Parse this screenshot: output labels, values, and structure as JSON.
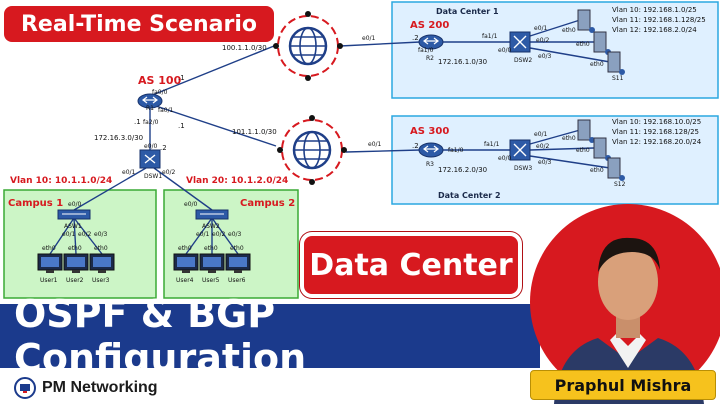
{
  "banners": {
    "scenario": "Real-Time Scenario",
    "topic": "Data Center",
    "title": "OSPF & BGP Configuration"
  },
  "brand": {
    "name": "PM Networking",
    "icon": "pm-logo-icon"
  },
  "presenter": {
    "name": "Praphul Mishra"
  },
  "colors": {
    "red": "#d7191f",
    "navy": "#1b3a8c",
    "dc_fill": "#dff0ff",
    "dc_border": "#2aa7e0",
    "campus_fill": "#ccf5c6",
    "campus_border": "#3aaa35",
    "as_label": "#d7191f",
    "vlan_label": "#d7191f"
  },
  "diagram": {
    "as100": "AS 100",
    "r1": "R1",
    "r1_ports": {
      "top": "fa0/0",
      "mid": "fa0/1",
      "down": "fa2/0"
    },
    "r1_hosts": {
      "top": ".1",
      "mid": ".1",
      "down": ".1"
    },
    "link_internet1": "100.1.1.0/30",
    "link_internet2": "101.1.1.0/30",
    "link_dsw1": "172.16.3.0/30",
    "dsw1": "DSW1",
    "dsw1_ports": {
      "up": "e0/0",
      "left": "e0/1",
      "right": "e0/2"
    },
    "dsw1_host": ".2",
    "vlan10": "Vlan 10: 10.1.1.0/24",
    "vlan20": "Vlan 20: 10.1.2.0/24",
    "campus1": {
      "title": "Campus 1",
      "switch": "ASW1",
      "uplink": "e0/0",
      "ports": [
        "e0/1",
        "e0/2",
        "e0/3"
      ],
      "nic": "eth0",
      "users": [
        "User1",
        "User2",
        "User3"
      ]
    },
    "campus2": {
      "title": "Campus 2",
      "switch": "ASW2",
      "uplink": "e0/0",
      "ports": [
        "e0/1",
        "e0/2",
        "e0/3"
      ],
      "nic": "eth0",
      "users": [
        "User4",
        "User5",
        "User6"
      ]
    },
    "dc1": {
      "title": "Data Center 1",
      "as": "AS 200",
      "router": "R2",
      "host": ".2",
      "ports": {
        "internet": "e0/1",
        "left": "fa1/0",
        "right": "fa1/1"
      },
      "link": "172.16.1.0/30",
      "switch": "DSW2",
      "switch_ports": [
        "e0/0",
        "e0/1",
        "e0/2",
        "e0/3"
      ],
      "server": "S11",
      "server_nic": "eth0",
      "vlans": [
        "Vlan 10: 192.168.1.0/25",
        "Vlan 11: 192.168.1.128/25",
        "Vlan 12: 192.168.2.0/24"
      ]
    },
    "dc2": {
      "title": "Data Center 2",
      "as": "AS 300",
      "router": "R3",
      "host": ".2",
      "ports": {
        "internet": "e0/1",
        "left": "fa1/0",
        "right": "fa1/1"
      },
      "link": "172.16.2.0/30",
      "switch": "DSW3",
      "switch_ports": [
        "e0/0",
        "e0/1",
        "e0/2",
        "e0/3"
      ],
      "server": "S12",
      "server_nic": "eth0",
      "vlans": [
        "Vlan 10: 192.168.10.0/25",
        "Vlan 11: 192.168.128/25",
        "Vlan 12: 192.168.20.0/24"
      ]
    }
  }
}
